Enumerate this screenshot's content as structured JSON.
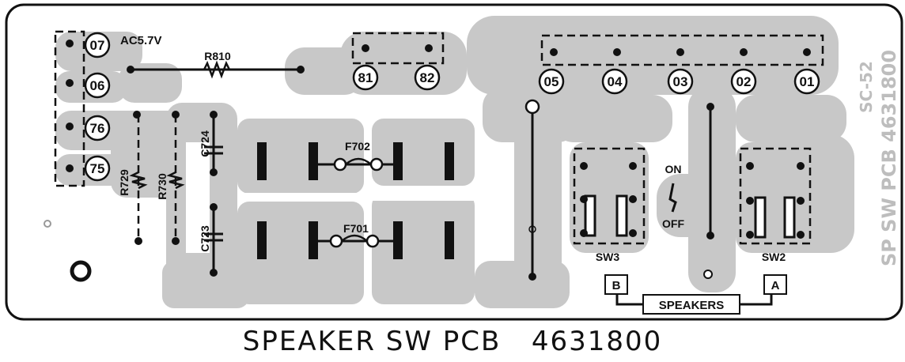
{
  "board": {
    "supply_label": "AC5.7V",
    "side_text_1": "SC-52",
    "side_text_2": "SP SW PCB 4631800"
  },
  "caption": {
    "title": "SPEAKER SW PCB",
    "number": "4631800"
  },
  "connectors": {
    "n07": "07",
    "n06": "06",
    "n76": "76",
    "n75": "75",
    "n81": "81",
    "n82": "82",
    "n05": "05",
    "n04": "04",
    "n03": "03",
    "n02": "02",
    "n01": "01"
  },
  "components": {
    "r810": "R810",
    "r729": "R729",
    "r730": "R730",
    "c724": "C724",
    "c723": "C723",
    "f702": "F702",
    "f701": "F701",
    "sw3": "SW3",
    "sw2": "SW2"
  },
  "switch_states": {
    "on": "ON",
    "off": "OFF"
  },
  "speakers": {
    "label": "SPEAKERS",
    "b": "B",
    "a": "A"
  },
  "colors": {
    "copper": "#c8c8c8",
    "ink": "#111111",
    "board": "#ffffff"
  }
}
